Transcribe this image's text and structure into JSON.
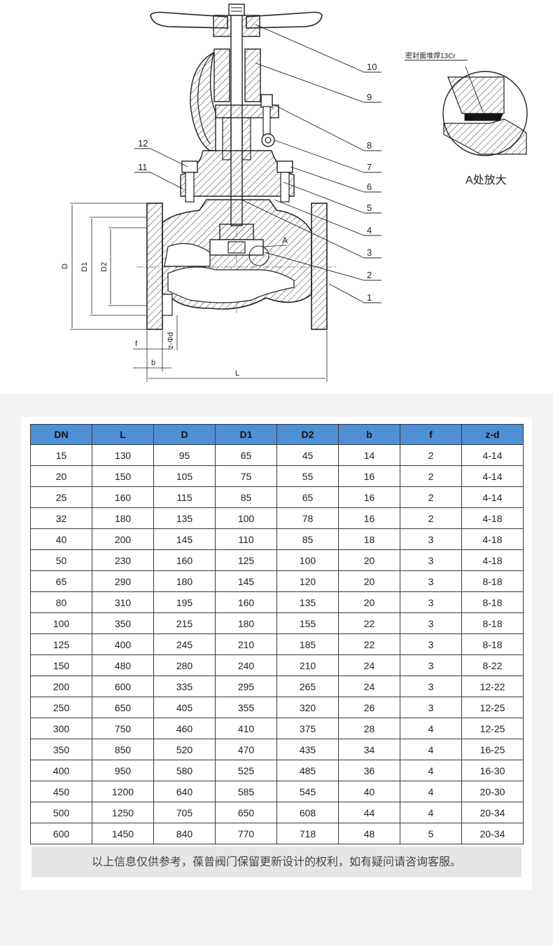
{
  "drawing": {
    "part_labels": [
      "1",
      "2",
      "3",
      "4",
      "5",
      "6",
      "7",
      "8",
      "9",
      "10",
      "11",
      "12"
    ],
    "detail_label": "A",
    "detail_caption": "A处放大",
    "detail_note": "密封面堆焊13Cr",
    "dimension_labels": {
      "D": "D",
      "D1": "D1",
      "D2": "D2",
      "f": "f",
      "b": "b",
      "zd": "z-Φd",
      "L": "L"
    }
  },
  "table": {
    "headers": [
      "DN",
      "L",
      "D",
      "D1",
      "D2",
      "b",
      "f",
      "z-d"
    ],
    "rows": [
      [
        "15",
        "130",
        "95",
        "65",
        "45",
        "14",
        "2",
        "4-14"
      ],
      [
        "20",
        "150",
        "105",
        "75",
        "55",
        "16",
        "2",
        "4-14"
      ],
      [
        "25",
        "160",
        "115",
        "85",
        "65",
        "16",
        "2",
        "4-14"
      ],
      [
        "32",
        "180",
        "135",
        "100",
        "78",
        "16",
        "2",
        "4-18"
      ],
      [
        "40",
        "200",
        "145",
        "110",
        "85",
        "18",
        "3",
        "4-18"
      ],
      [
        "50",
        "230",
        "160",
        "125",
        "100",
        "20",
        "3",
        "4-18"
      ],
      [
        "65",
        "290",
        "180",
        "145",
        "120",
        "20",
        "3",
        "8-18"
      ],
      [
        "80",
        "310",
        "195",
        "160",
        "135",
        "20",
        "3",
        "8-18"
      ],
      [
        "100",
        "350",
        "215",
        "180",
        "155",
        "22",
        "3",
        "8-18"
      ],
      [
        "125",
        "400",
        "245",
        "210",
        "185",
        "22",
        "3",
        "8-18"
      ],
      [
        "150",
        "480",
        "280",
        "240",
        "210",
        "24",
        "3",
        "8-22"
      ],
      [
        "200",
        "600",
        "335",
        "295",
        "265",
        "24",
        "3",
        "12-22"
      ],
      [
        "250",
        "650",
        "405",
        "355",
        "320",
        "26",
        "3",
        "12-25"
      ],
      [
        "300",
        "750",
        "460",
        "410",
        "375",
        "28",
        "4",
        "12-25"
      ],
      [
        "350",
        "850",
        "520",
        "470",
        "435",
        "34",
        "4",
        "16-25"
      ],
      [
        "400",
        "950",
        "580",
        "525",
        "485",
        "36",
        "4",
        "16-30"
      ],
      [
        "450",
        "1200",
        "640",
        "585",
        "545",
        "40",
        "4",
        "20-30"
      ],
      [
        "500",
        "1250",
        "705",
        "650",
        "608",
        "44",
        "4",
        "20-34"
      ],
      [
        "600",
        "1450",
        "840",
        "770",
        "718",
        "48",
        "5",
        "20-34"
      ]
    ]
  },
  "footer_note": "以上信息仅供参考，葆普阀门保留更新设计的权利，如有疑问请咨询客服。",
  "colors": {
    "header_bg": "#4f8fd6",
    "page_bg": "#f2f2f2",
    "note_bg": "#e6e6e6"
  }
}
